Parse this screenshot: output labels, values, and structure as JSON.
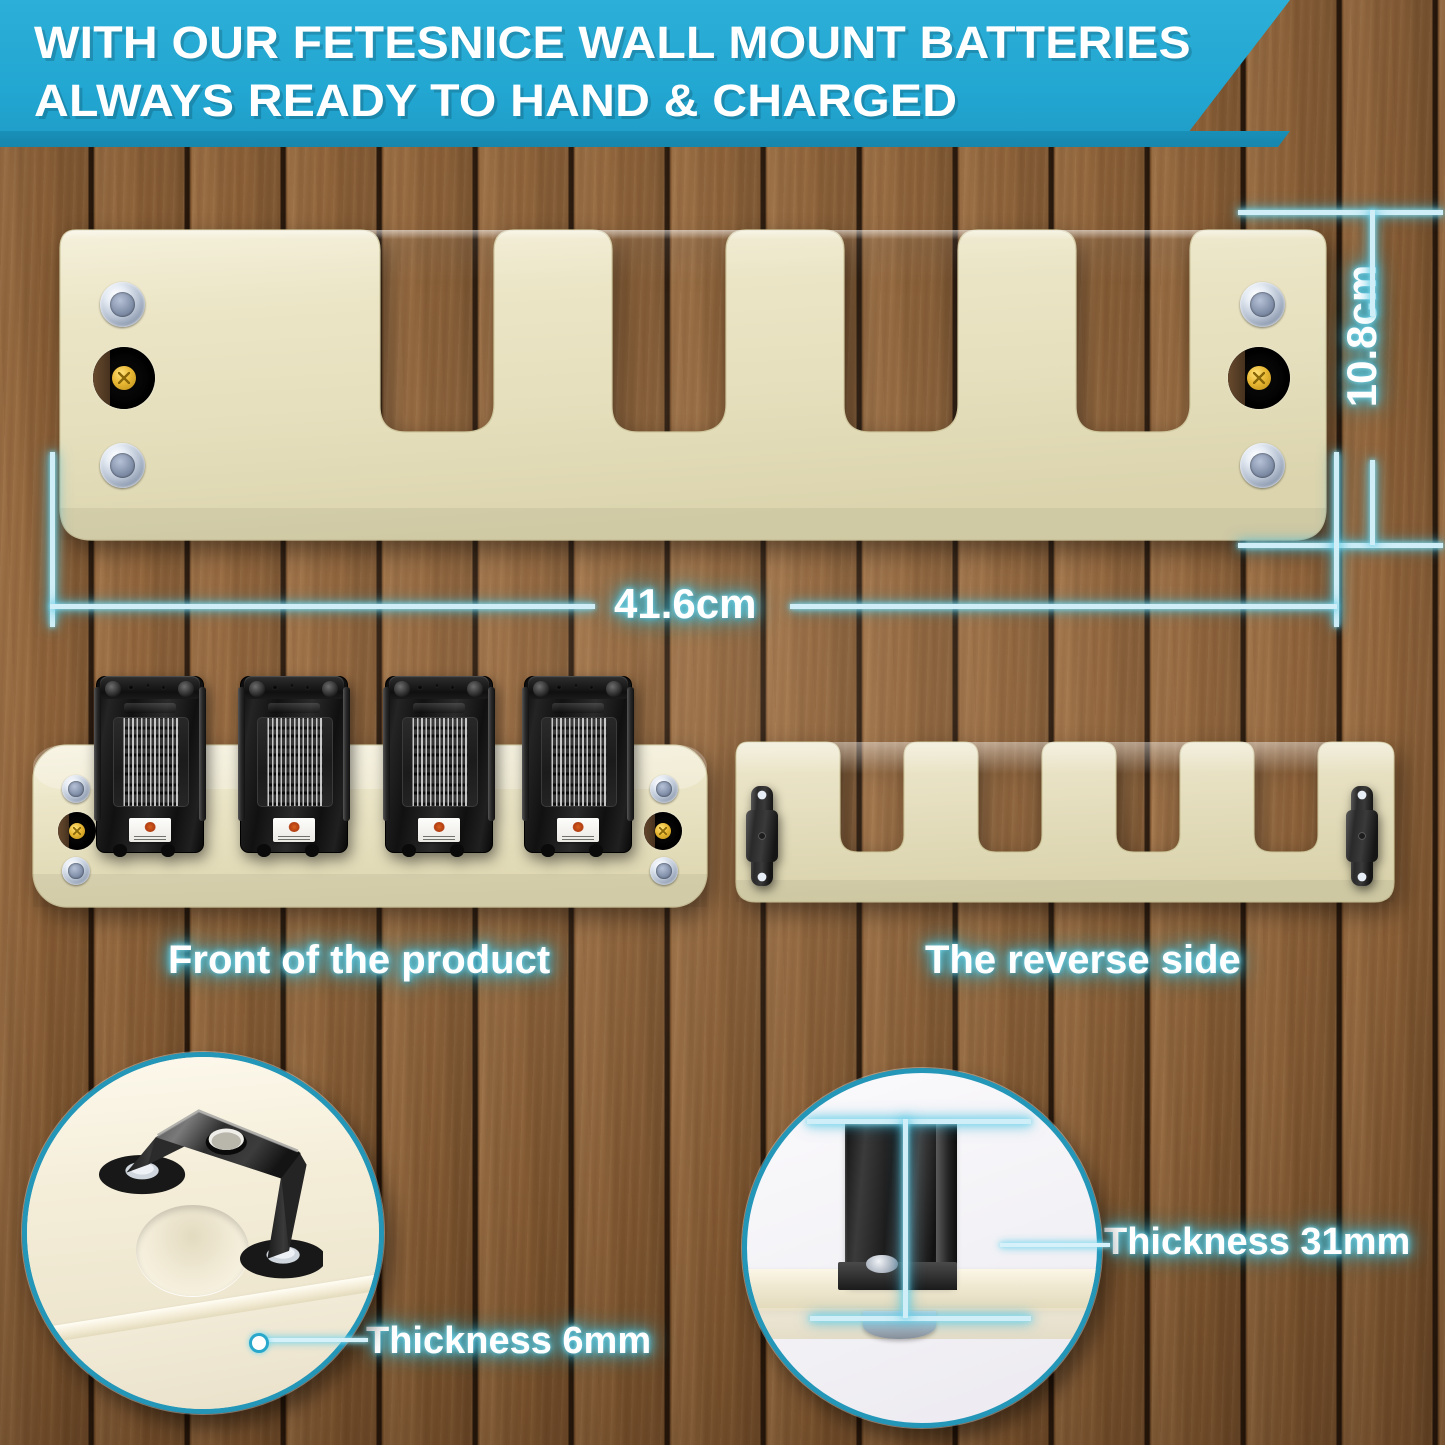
{
  "banner": {
    "line1": "WITH OUR FETESNICE WALL MOUNT BATTERIES",
    "line2": "ALWAYS READY TO HAND & CHARGED",
    "bg_color": "#22a7d2",
    "text_color": "#ffffff"
  },
  "colors": {
    "accent_cyan": "#2496b8",
    "neon_line": "#cfeef7",
    "plastic_cream": "#e9e3c4",
    "wood_brown": "#8e6238",
    "hardware_black": "#1a1a1a",
    "brass": "#e8b733"
  },
  "dimensions": {
    "height_label": "10.8cm",
    "width_label": "41.6cm",
    "thickness_plate": "Thickness 6mm",
    "thickness_hook": "Thickness 31mm"
  },
  "captions": {
    "front": "Front of the product",
    "reverse": "The reverse side"
  },
  "product": {
    "name": "FETESNICE wall mount battery holder",
    "slot_count": 4,
    "battery_count": 4,
    "plate_color": "cream",
    "mount_screws_per_side": 2,
    "keyholes_per_side": 1
  },
  "icons": {
    "screw": "screw-head-icon",
    "keyhole": "keyhole-mount-icon",
    "brass_screw": "brass-screw-icon",
    "hook": "metal-hook-bracket-icon",
    "leader": "callout-leader-line-icon"
  }
}
